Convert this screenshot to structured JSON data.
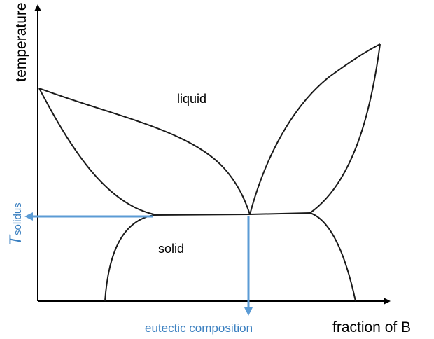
{
  "diagram": {
    "title": "",
    "axes": {
      "y_label": "temperature",
      "x_label": "fraction of B"
    },
    "regions": {
      "liquid": "liquid",
      "solid": "solid"
    },
    "annotations": {
      "eutectic": "eutectic composition",
      "t_solidus_symbol": "T",
      "t_solidus_subscript": "solidus"
    },
    "colors": {
      "curve": "#1a1a1a",
      "annotation": "#5b9bd5",
      "annotation_text": "#3a7fc0"
    }
  }
}
